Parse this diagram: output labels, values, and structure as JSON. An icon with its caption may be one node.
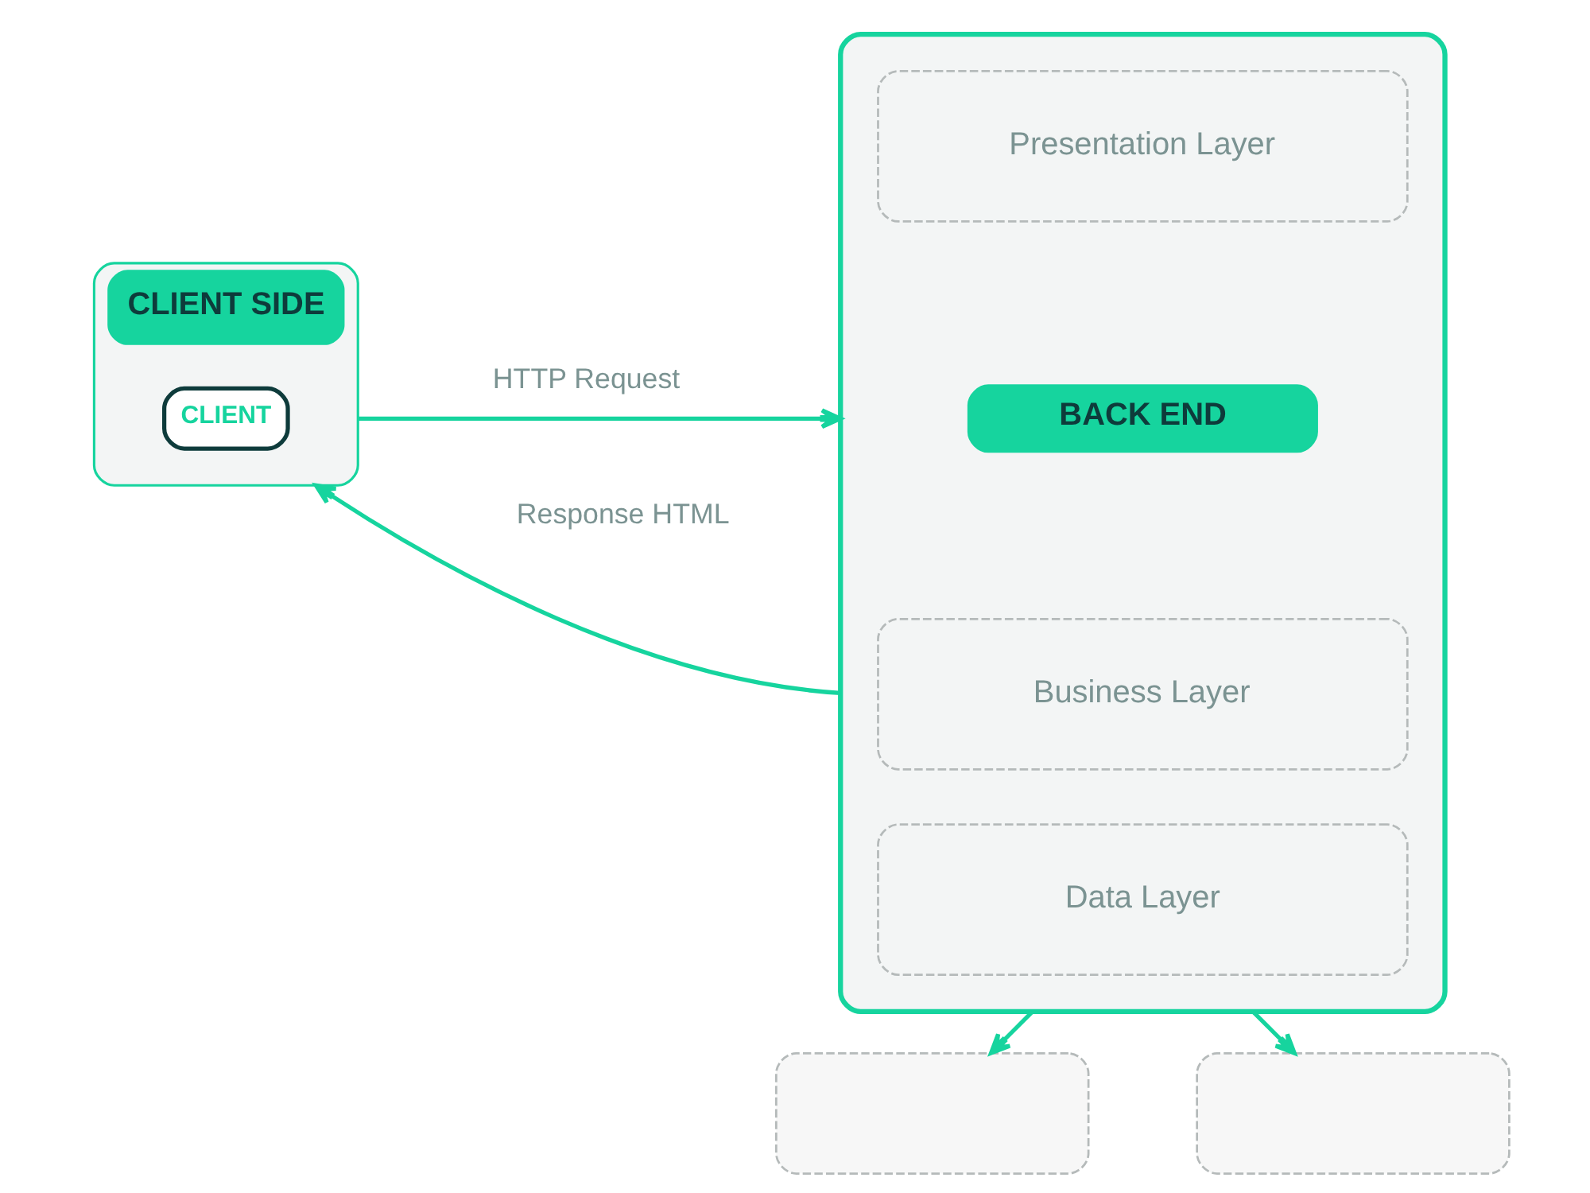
{
  "diagram": {
    "nodes": [
      {
        "text": [
          "CLIENT SIDE"
        ]
      },
      {
        "text": [
          "CLIENT"
        ],
        "in": 0
      },
      {
        "text": [],
        "shape": "box"
      },
      {
        "text": [
          "Presentation Layer"
        ],
        "in": 2
      },
      {
        "text": [
          "BACK END"
        ],
        "in": 2
      },
      {
        "text": [
          "Business Layer"
        ],
        "in": 2
      },
      {
        "text": [
          "Data Layer"
        ],
        "in": 2
      },
      {
        "text": [],
        "shape": "box"
      },
      {
        "text": [],
        "shape": "box"
      }
    ],
    "edges": [
      {
        "from": 0,
        "to": 2,
        "arrow": "to",
        "label": "HTTP Request"
      },
      {
        "from": 2,
        "to": 0,
        "arrow": "to",
        "label": "Response HTML"
      },
      {
        "from": 2,
        "to": 7,
        "arrow": "to"
      },
      {
        "from": 2,
        "to": 8,
        "arrow": "to"
      }
    ]
  }
}
